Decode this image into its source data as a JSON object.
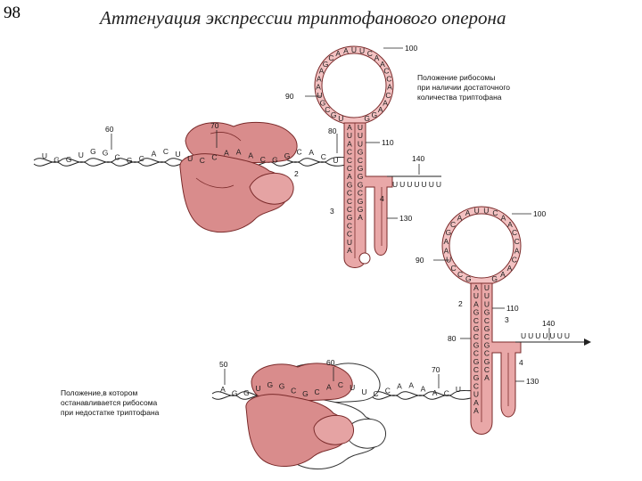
{
  "slide": {
    "number": "98",
    "title": "Аттенуация экспрессии триптофанового оперона"
  },
  "captions": {
    "top": [
      "Положение рибосомы",
      "при наличии достаточного",
      "количества триптофана"
    ],
    "bottom": [
      "Положение,в котором",
      "останавливается рибосома",
      "при недостатке триптофана"
    ]
  },
  "top_diagram": {
    "mrna_left": [
      "U",
      "G",
      "G",
      "U",
      "G",
      "G",
      "C",
      "G",
      "C",
      "A",
      "C",
      "U",
      "U",
      "C",
      "C",
      "A",
      "A",
      "A",
      "C",
      "G",
      "G",
      "C",
      "A",
      "C",
      "U"
    ],
    "loop": [
      "U",
      "G",
      "C",
      "G",
      "U",
      "A",
      "A",
      "A",
      "G",
      "C",
      "A",
      "A",
      "U",
      "U",
      "C",
      "A",
      "A",
      "C",
      "C",
      "A",
      "C",
      "A",
      "A",
      "G",
      "G"
    ],
    "stem_left": [
      "A",
      "U",
      "A",
      "C",
      "C",
      "C",
      "A",
      "G",
      "C",
      "C",
      "C",
      "G",
      "C",
      "C",
      "U",
      "A"
    ],
    "stem_right": [
      "U",
      "U",
      "U",
      "G",
      "C",
      "G",
      "G",
      "G",
      "C",
      "G",
      "G",
      "A"
    ],
    "tail": "UUUUUUU",
    "numbers": {
      "n60": "60",
      "n70": "70",
      "n80": "80",
      "n90": "90",
      "n100": "100",
      "n110": "110",
      "n130": "130",
      "n140": "140"
    },
    "regions": {
      "r2": "2",
      "r3": "3",
      "r4": "4"
    }
  },
  "bottom_diagram": {
    "mrna_left": [
      "A",
      "G",
      "G",
      "U",
      "G",
      "G",
      "C",
      "G",
      "C",
      "A",
      "C",
      "U",
      "U",
      "C",
      "C",
      "A",
      "A",
      "A",
      "A",
      "C",
      "U"
    ],
    "loop": [
      "G",
      "C",
      "C",
      "U",
      "A",
      "A",
      "G",
      "C",
      "A",
      "A",
      "U",
      "U",
      "C",
      "A",
      "A",
      "C",
      "C",
      "A",
      "C",
      "A",
      "A",
      "G"
    ],
    "stem_left": [
      "A",
      "U",
      "A",
      "G",
      "C",
      "G",
      "C",
      "G",
      "C",
      "G",
      "C",
      "G",
      "C",
      "U",
      "A",
      "A"
    ],
    "stem_right": [
      "U",
      "U",
      "U",
      "G",
      "C",
      "G",
      "C",
      "G",
      "C",
      "G",
      "C",
      "A"
    ],
    "tail": "UUUUUUU",
    "numbers": {
      "n50": "50",
      "n60": "60",
      "n70": "70",
      "n80": "80",
      "n90": "90",
      "n100": "100",
      "n110": "110",
      "n130": "130",
      "n140": "140"
    },
    "regions": {
      "r2": "2",
      "r3": "3",
      "r4": "4"
    }
  },
  "colors": {
    "ribosome": "#d98c8c",
    "ribosome_edge": "#7a2a2a",
    "stem_fill": "#e9a8a8",
    "line": "#222222"
  }
}
